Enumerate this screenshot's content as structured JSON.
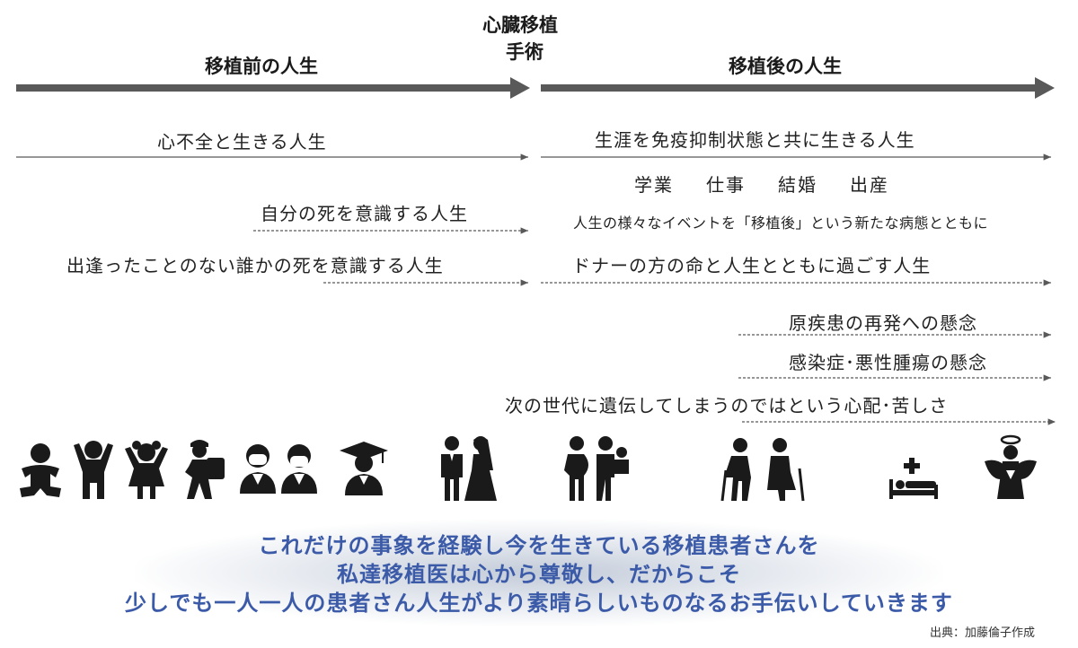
{
  "headers": {
    "before": "移植前の人生",
    "surgery_line1": "心臓移植",
    "surgery_line2": "手術",
    "after": "移植後の人生"
  },
  "rows": {
    "heart_failure": "心不全と生きる人生",
    "immuno": "生涯を免疫抑制状態と共に生きる人生",
    "own_death": "自分の死を意識する人生",
    "new_disease": "人生の様々なイベントを「移植後」という新たな病態とともに",
    "donor_death": "出逢ったことのない誰かの死を意識する人生",
    "donor_life": "ドナーの方の命と人生とともに過ごす人生",
    "recurrence": "原疾患の再発への懸念",
    "infection": "感染症･悪性腫瘍の懸念",
    "next_gen": "次の世代に遺伝してしまうのではという心配･苦しさ"
  },
  "events": [
    "学業",
    "仕事",
    "結婚",
    "出産"
  ],
  "icons": [
    "baby-icon",
    "child-icon",
    "girl-icon",
    "schoolchild-icon",
    "students-icon",
    "graduate-icon",
    "wedding-couple-icon",
    "family-icon",
    "elderly-couple-icon",
    "hospital-bed-icon",
    "angel-icon"
  ],
  "message": {
    "line1": "これだけの事象を経験し今を生きている移植患者さんを",
    "line2": "私達移植医は心から尊敬し、だからこそ",
    "line3": "少しでも一人一人の患者さん人生がより素晴らしいものなるお手伝いしていきます"
  },
  "source": "出典：加藤倫子作成",
  "colors": {
    "arrow": "#595959",
    "message": "#3b5aa8",
    "icon": "#1a1a1a"
  }
}
